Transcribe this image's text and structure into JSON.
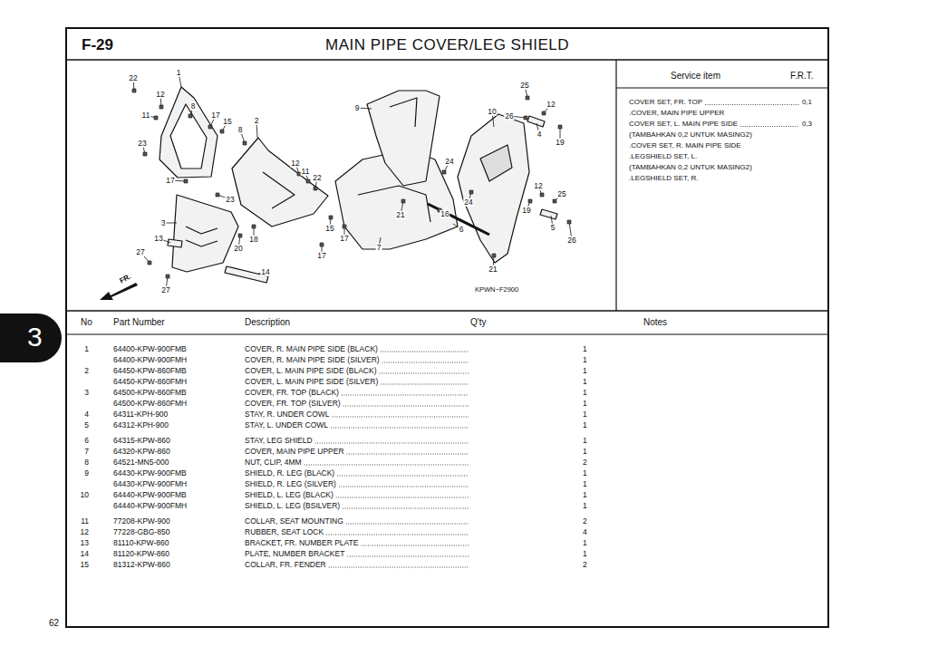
{
  "diagram": {
    "title": "MAIN PIPE COVER/LEG SHIELD",
    "nodes": [
      {
        "text": [
          "3"
        ]
      }
    ],
    "labels": [
      "F-29",
      "22",
      "1",
      "12",
      "11",
      "8",
      "17",
      "15",
      "2",
      "8",
      "23",
      "17",
      "23",
      "3",
      "13",
      "18",
      "20",
      "27",
      "14",
      "27",
      "12",
      "11",
      "22",
      "9",
      "10",
      "26",
      "25",
      "12",
      "4",
      "19",
      "24",
      "24",
      "21",
      "16",
      "15",
      "17",
      "17",
      "7",
      "6",
      "12",
      "25",
      "19",
      "5",
      "26",
      "21",
      "FR.",
      "KPWN−F2900",
      "Service item",
      "F.R.T.",
      "COVER SET, FR. TOP",
      "0,1",
      ".COVER, MAIN PIPE UPPER",
      "COVER SET, L. MAIN PIPE SIDE",
      "0,3",
      "(TAMBAHKAN 0,2 UNTUK MASING2)",
      ".COVER SET, R. MAIN PIPE SIDE",
      ".LEGSHIELD SET, L.",
      "(TAMBAHKAN 0,2 UNTUK MASING2)",
      ".LEGSHIELD SET, R.",
      "No",
      "Part Number",
      "Description",
      "Q'ty",
      "Notes",
      "1",
      "64400-KPW-900FMB",
      "COVER, R. MAIN PIPE SIDE (BLACK)",
      "1",
      "64400-KPW-900FMH",
      "COVER, R. MAIN PIPE SIDE (SILVER)",
      "1",
      "2",
      "64450-KPW-860FMB",
      "COVER, L. MAIN PIPE SIDE (BLACK)",
      "1",
      "64450-KPW-860FMH",
      "COVER, L. MAIN PIPE SIDE (SILVER)",
      "1",
      "3",
      "64500-KPW-860FMB",
      "COVER, FR. TOP (BLACK)",
      "1",
      "64500-KPW-860FMH",
      "COVER, FR. TOP (SILVER)",
      "1",
      "4",
      "64311-KPH-900",
      "STAY, R. UNDER COWL",
      "1",
      "5",
      "64312-KPH-900",
      "STAY, L. UNDER COWL",
      "1",
      "6",
      "64315-KPW-860",
      "STAY, LEG SHIELD",
      "1",
      "7",
      "64320-KPW-860",
      "COVER, MAIN PIPE UPPER",
      "1",
      "8",
      "64521-MN5-000",
      "NUT, CLIP, 4MM",
      "2",
      "9",
      "64430-KPW-900FMB",
      "SHIELD, R. LEG (BLACK)",
      "1",
      "64430-KPW-900FMH",
      "SHIELD, R. LEG (SILVER)",
      "1",
      "10",
      "64440-KPW-900FMB",
      "SHIELD, L. LEG (BLACK)",
      "1",
      "64440-KPW-900FMH",
      "SHIELD, L. LEG (BSILVER)",
      "1",
      "11",
      "77208-KPW-900",
      "COLLAR, SEAT MOUNTING",
      "2",
      "12",
      "77228-GBG-850",
      "RUBBER, SEAT LOCK",
      "4",
      "13",
      "81110-KPW-860",
      "BRACKET, FR. NUMBER PLATE",
      "1",
      "14",
      "81120-KPW-860",
      "PLATE, NUMBER BRACKET",
      "1",
      "15",
      "81312-KPW-860",
      "COLLAR, FR. FENDER",
      "2",
      "62"
    ]
  }
}
